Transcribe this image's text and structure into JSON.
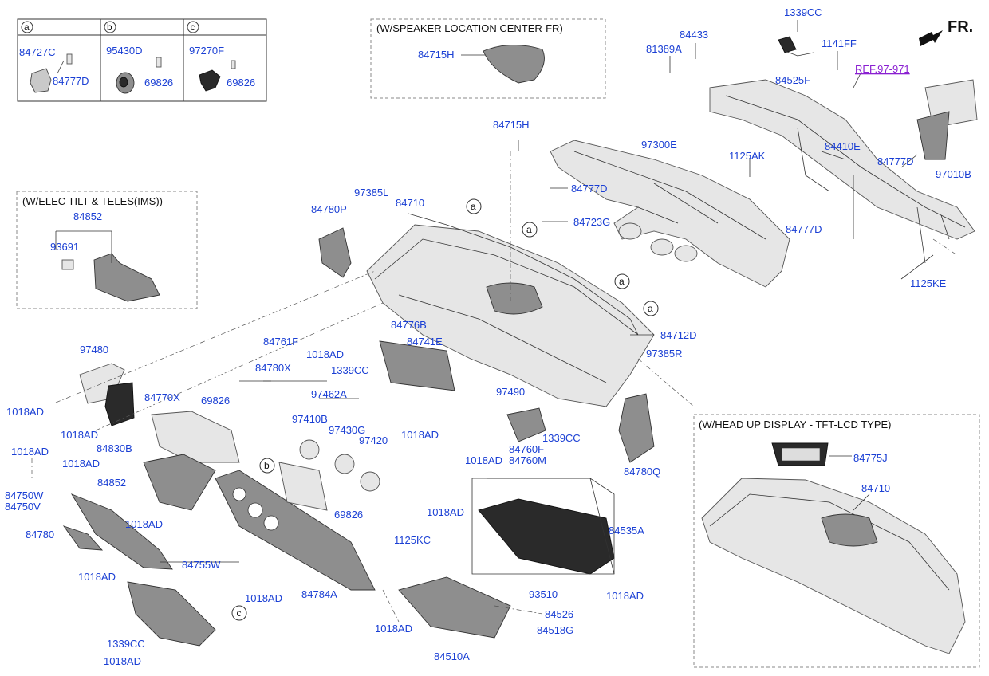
{
  "header_legend": [
    "a",
    "b",
    "c"
  ],
  "legend_parts": {
    "a": [
      "84727C",
      "84777D"
    ],
    "b": [
      "95430D",
      "69826"
    ],
    "c": [
      "97270F",
      "69826"
    ]
  },
  "boxes": {
    "speaker": "(W/SPEAKER LOCATION CENTER-FR)",
    "tilt": "(W/ELEC TILT & TELES(IMS))",
    "hud": "(W/HEAD UP DISPLAY - TFT-LCD TYPE)"
  },
  "ref_label": "REF.97-971",
  "fr_label": "FR.",
  "callout_a": "a",
  "callout_b": "b",
  "callout_c": "c",
  "labels": {
    "p84715H_a": "84715H",
    "p84715H_b": "84715H",
    "p1339CC_top": "1339CC",
    "p84433": "84433",
    "p81389A": "81389A",
    "p1141FF": "1141FF",
    "p84525F": "84525F",
    "p97300E": "97300E",
    "p1125AK": "1125AK",
    "p84410E": "84410E",
    "p84777D_r": "84777D",
    "p97010B": "97010B",
    "p84777D_m": "84777D",
    "p84777D_top": "84777D",
    "p84723G": "84723G",
    "p1125KE": "1125KE",
    "p84852_box": "84852",
    "p93691": "93691",
    "p97385L": "97385L",
    "p84710": "84710",
    "p84780P": "84780P",
    "p84761F": "84761F",
    "p84776B": "84776B",
    "p1018AD_1": "1018AD",
    "p84741E": "84741E",
    "p1339CC_m": "1339CC",
    "p84712D": "84712D",
    "p97385R": "97385R",
    "p97480": "97480",
    "p84770X": "84770X",
    "p84780X": "84780X",
    "p69826_a": "69826",
    "p97462A": "97462A",
    "p1018AD_2": "1018AD",
    "p1018AD_3": "1018AD",
    "p1018AD_4": "1018AD",
    "p97410B": "97410B",
    "p97430G": "97430G",
    "p97420": "97420",
    "p84830B": "84830B",
    "p1018AD_5": "1018AD",
    "p84852": "84852",
    "p69826_b": "69826",
    "p1018AD_6": "1018AD",
    "p97490": "97490",
    "p1339CC_b": "1339CC",
    "p1018AD_7": "1018AD",
    "p84760F": "84760F",
    "p84760M": "84760M",
    "p84780Q": "84780Q",
    "p84750W": "84750W",
    "p84750V": "84750V",
    "p84780": "84780",
    "p1018AD_8": "1018AD",
    "p84755W": "84755W",
    "p1018AD_9": "1018AD",
    "p84784A": "84784A",
    "p1018AD_10": "1018AD",
    "p1125KC": "1125KC",
    "p84535A": "84535A",
    "p1018AD_11": "1018AD",
    "p93510": "93510",
    "p1018AD_12": "1018AD",
    "p84526": "84526",
    "p84518G": "84518G",
    "p1339CC_bot": "1339CC",
    "p1018AD_13": "1018AD",
    "p84510A": "84510A",
    "p84775J": "84775J",
    "p84710_hud": "84710",
    "p1018AD_14": "1018AD"
  }
}
